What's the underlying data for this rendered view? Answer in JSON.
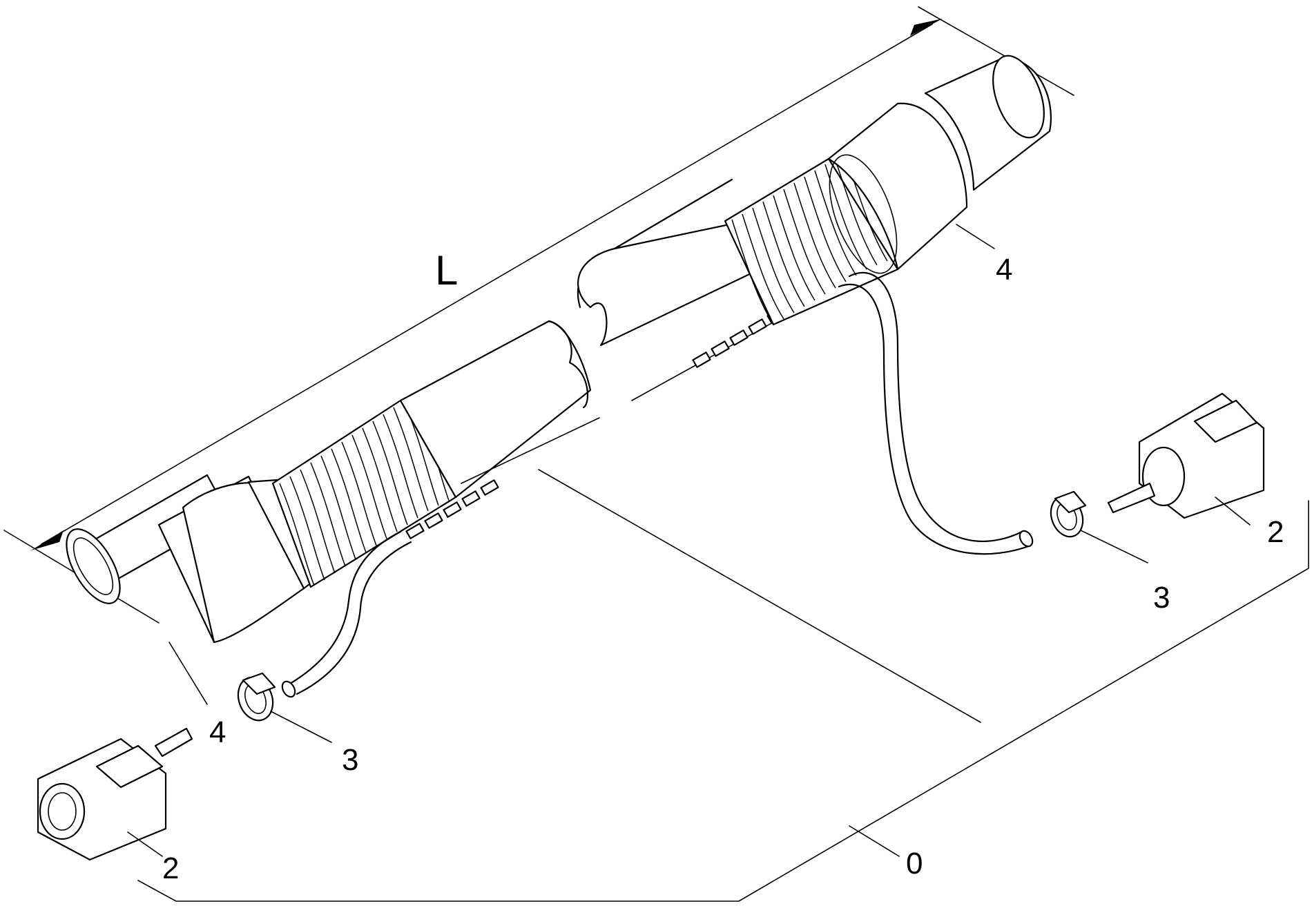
{
  "labels": {
    "length": "L",
    "assembly": "0",
    "coupling_left": "2",
    "coupling_right": "2",
    "clamp_left": "3",
    "clamp_right": "3",
    "sleeve_left": "4",
    "sleeve_right": "4"
  }
}
